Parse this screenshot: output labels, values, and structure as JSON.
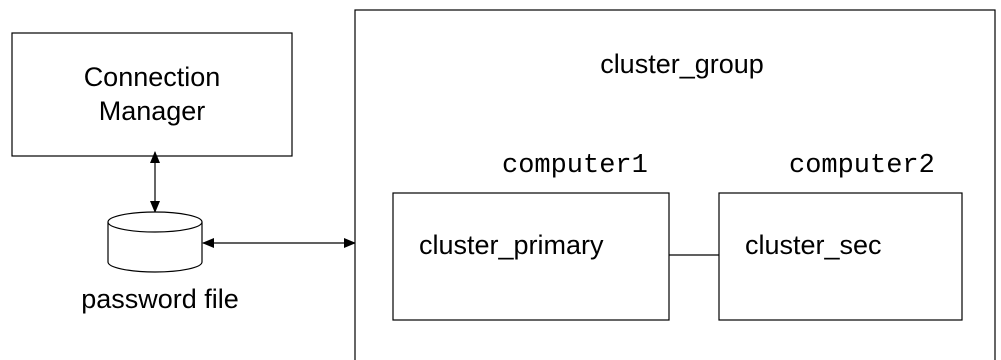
{
  "connection_manager": {
    "line1": "Connection",
    "line2": "Manager"
  },
  "password_file": {
    "label": "password file"
  },
  "cluster_group": {
    "label": "cluster_group",
    "computers": [
      {
        "host": "computer1",
        "server": "cluster_primary"
      },
      {
        "host": "computer2",
        "server": "cluster_sec"
      }
    ]
  },
  "colors": {
    "stroke": "#000000",
    "background": "#ffffff"
  }
}
